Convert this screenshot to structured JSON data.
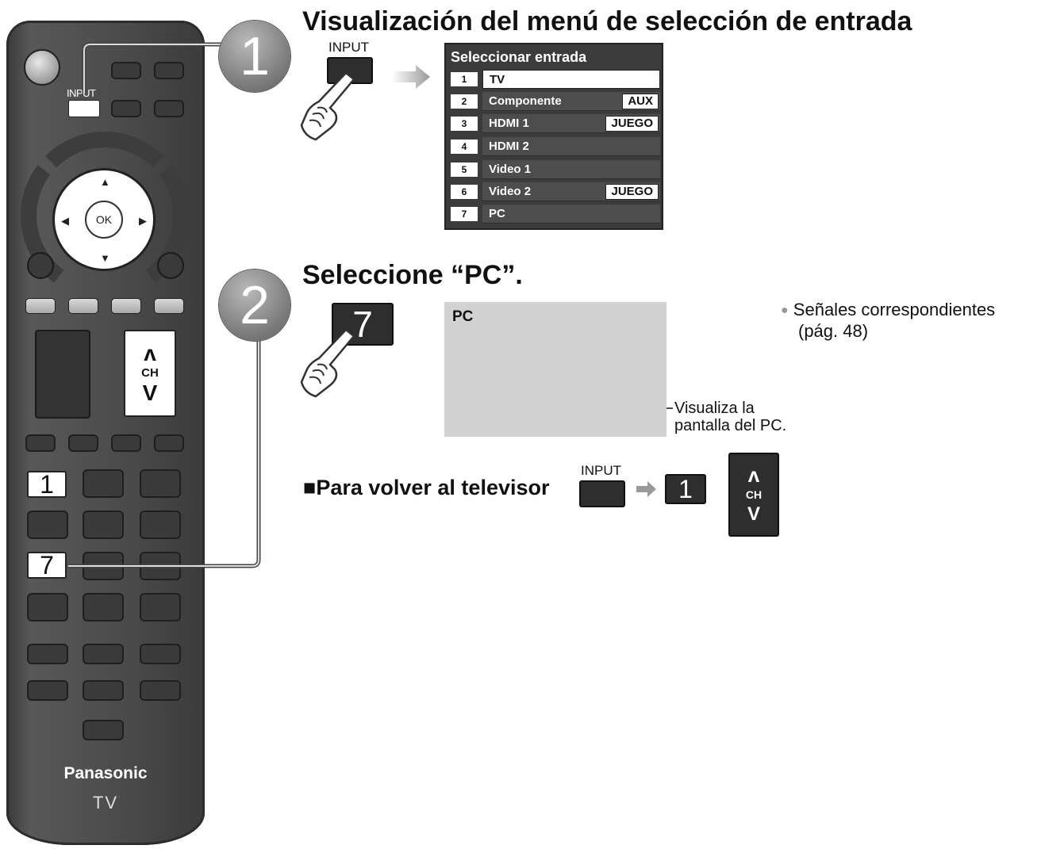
{
  "remote": {
    "input_label": "INPUT",
    "ok_label": "OK",
    "ch_label": "CH",
    "up_arrow": "ʌ",
    "down_arrow": "V",
    "key_1": "1",
    "key_7": "7",
    "brand": "Panasonic",
    "brand_sub": "TV",
    "dpad_up": "▲",
    "dpad_down": "▼",
    "dpad_left": "◀",
    "dpad_right": "▶"
  },
  "step1": {
    "number": "1",
    "title": "Visualización del menú de selección de entrada",
    "key_label": "INPUT"
  },
  "menu": {
    "title": "Seleccionar entrada",
    "items": [
      {
        "num": "1",
        "label": "TV",
        "tag": ""
      },
      {
        "num": "2",
        "label": "Componente",
        "tag": "AUX"
      },
      {
        "num": "3",
        "label": "HDMI 1",
        "tag": "JUEGO"
      },
      {
        "num": "4",
        "label": "HDMI 2",
        "tag": ""
      },
      {
        "num": "5",
        "label": "Video 1",
        "tag": ""
      },
      {
        "num": "6",
        "label": "Video 2",
        "tag": "JUEGO"
      },
      {
        "num": "7",
        "label": "PC",
        "tag": ""
      }
    ]
  },
  "step2": {
    "number": "2",
    "title": "Seleccione “PC”.",
    "key_label": "7",
    "screen_label": "PC",
    "annotation_line1": "Visualiza la",
    "annotation_line2": "pantalla del PC.",
    "note_bullet": "●",
    "note_line1": "Señales correspondientes",
    "note_line2": "(pág. 48)"
  },
  "return": {
    "square": "■",
    "text": "Para volver al televisor",
    "input_label": "INPUT",
    "key_1": "1",
    "ch_label": "CH",
    "up_arrow": "ʌ",
    "down_arrow": "V"
  },
  "colors": {
    "remote_body": "#4c4c4c",
    "step_circle": "#7c7c7c",
    "menu_bg": "#3b3b3b",
    "screen_bg": "#d2d2d2"
  }
}
